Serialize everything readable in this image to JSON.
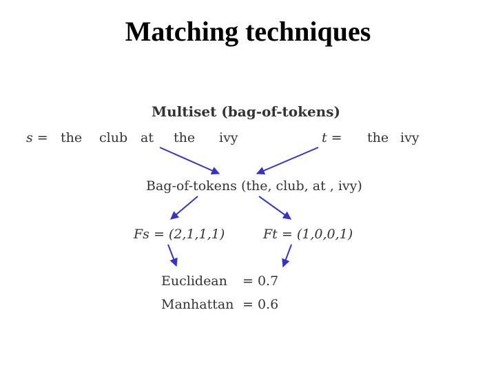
{
  "title": "Matching techniques",
  "heading": "Multiset (bag-of-tokens)",
  "s": {
    "label": "s =",
    "tokens": [
      "the",
      "club",
      "at",
      "the",
      "ivy"
    ]
  },
  "t": {
    "label": "t =",
    "tokens": [
      "the",
      "ivy"
    ]
  },
  "bag": "Bag-of-tokens (the, club, at , ivy)",
  "fs": "Fs = (2,1,1,1)",
  "ft": "Ft = (1,0,0,1)",
  "metrics": [
    {
      "name": "Euclidean",
      "value": "= 0.7"
    },
    {
      "name": "Manhattan",
      "value": "= 0.6"
    }
  ],
  "colors": {
    "arrow": "#3333cc",
    "text": "#333333"
  }
}
